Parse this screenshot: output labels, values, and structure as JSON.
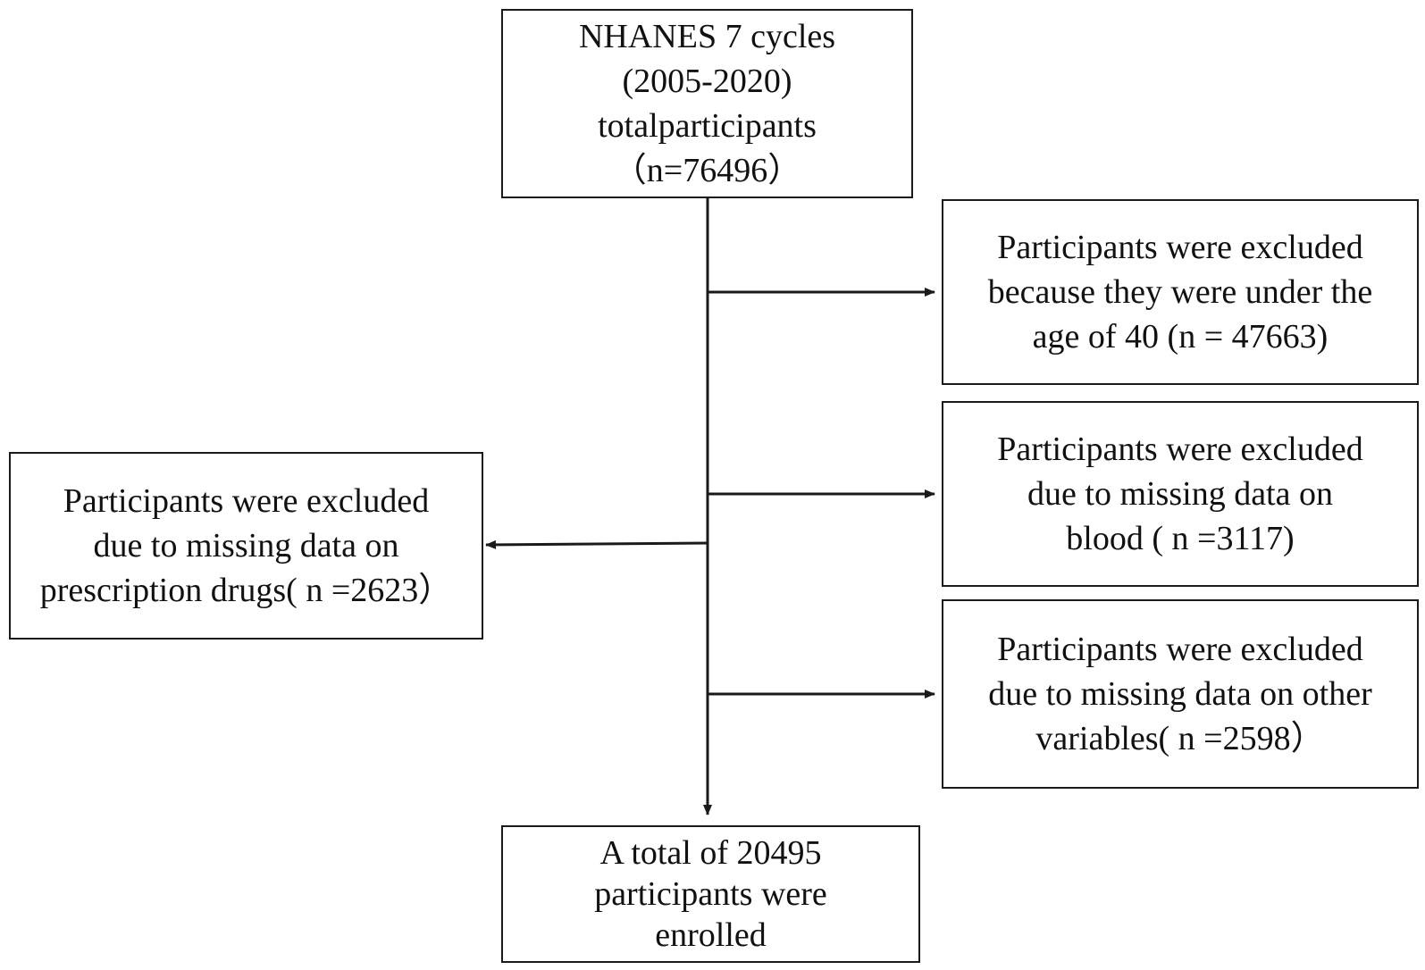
{
  "boxes": {
    "source": {
      "lines": [
        "NHANES 7 cycles",
        "(2005-2020)",
        "totalparticipants",
        "（n=76496）"
      ]
    },
    "exclude_age": {
      "lines": [
        "Participants were excluded",
        "because they were under the",
        "age of 40 (n = 47663)"
      ]
    },
    "exclude_blood": {
      "lines": [
        "Participants were excluded",
        "due to missing data on",
        "blood ( n =3117)"
      ]
    },
    "exclude_drugs": {
      "lines": [
        "Participants were excluded",
        "due to missing data on",
        "prescription drugs( n =2623）"
      ]
    },
    "exclude_other": {
      "lines": [
        "Participants were excluded",
        "due to missing data on other",
        "variables( n =2598）"
      ]
    },
    "final": {
      "lines": [
        "A total of 20495",
        "participants were",
        "enrolled"
      ]
    }
  },
  "colors": {
    "line": "#1a1a1a",
    "background": "#ffffff"
  }
}
